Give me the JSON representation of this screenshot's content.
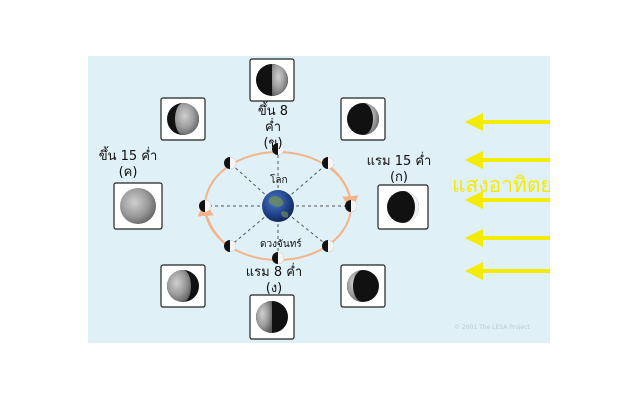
{
  "labels": {
    "top": [
      "ขึ้น 8 ค่ำ",
      "(ข)"
    ],
    "left": [
      "ขึ้น 15 ค่ำ",
      "(ค)"
    ],
    "right": [
      "แรม 15 ค่ำ",
      "(ก)"
    ],
    "bottom": [
      "แรม 8 ค่ำ",
      "(ง)"
    ],
    "earth": "โลก",
    "moon": "ดวงจันทร์",
    "sunlight": "แสงอาทิตย",
    "copyright": "© 2001 The LESA Project"
  },
  "colors": {
    "panel": "#dff0f7",
    "sun_arrow": "#f4ec00",
    "orbit": "#f4b48a",
    "earth": "#1f3f86"
  },
  "icons": [
    "earth-icon",
    "moon-phase-icon",
    "sunlight-arrow-icon"
  ]
}
